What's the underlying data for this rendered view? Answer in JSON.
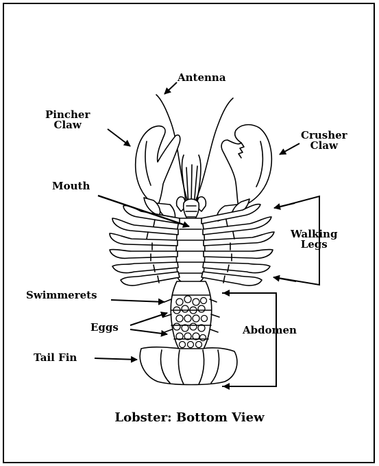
{
  "diagram": {
    "title": "Lobster: Bottom View",
    "labels": {
      "antenna": "Antenna",
      "pincher_claw": [
        "Pincher",
        "Claw"
      ],
      "crusher_claw": [
        "Crusher",
        "Claw"
      ],
      "mouth": "Mouth",
      "walking_legs": [
        "Walking",
        "Legs"
      ],
      "swimmerets": "Swimmerets",
      "eggs": "Eggs",
      "abdomen": "Abdomen",
      "tail_fin": "Tail Fin"
    }
  }
}
